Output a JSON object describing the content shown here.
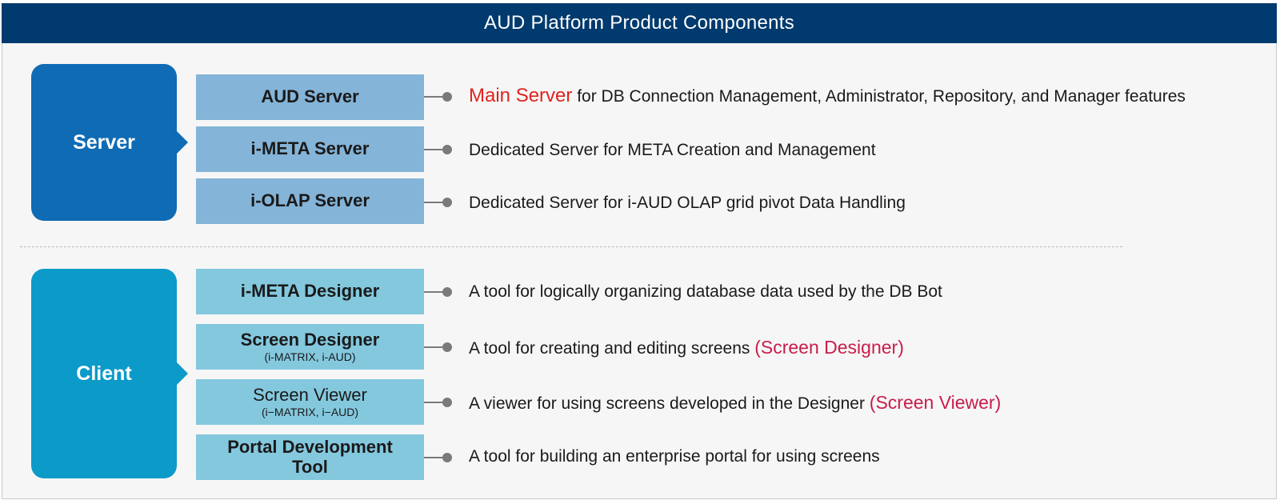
{
  "title": "AUD Platform Product Components",
  "groups": {
    "server": {
      "label": "Server"
    },
    "client": {
      "label": "Client"
    }
  },
  "server_items": [
    {
      "name": "AUD Server",
      "desc_highlight": "Main Server",
      "desc": " for DB Connection Management, Administrator, Repository, and Manager features"
    },
    {
      "name": "i-META Server",
      "desc": "Dedicated Server for META Creation and Management"
    },
    {
      "name": "i-OLAP Server",
      "desc": "Dedicated Server for i-AUD OLAP grid pivot Data Handling"
    }
  ],
  "client_items": [
    {
      "name": "i-META Designer",
      "desc": "A tool for logically organizing database data used by the DB Bot"
    },
    {
      "name": "Screen Designer",
      "sub": "(i-MATRIX,  i-AUD)",
      "desc": "A tool for creating and editing screens ",
      "desc_highlight": "(Screen Designer)"
    },
    {
      "name": "Screen Viewer",
      "sub": "(i−MATRIX,  i−AUD)",
      "desc": "A viewer for using screens developed in the Designer ",
      "desc_highlight": "(Screen Viewer)"
    },
    {
      "name": "Portal Development Tool",
      "desc": "A tool for building an enterprise portal for using screens"
    }
  ],
  "colors": {
    "title_bar": "#003a6e",
    "server_tab": "#0e6bb4",
    "client_tab": "#0c9ac8",
    "server_box": "#84b4d8",
    "client_box": "#84c8de",
    "highlight_red": "#e0231d",
    "highlight_crimson": "#c81d4a"
  }
}
